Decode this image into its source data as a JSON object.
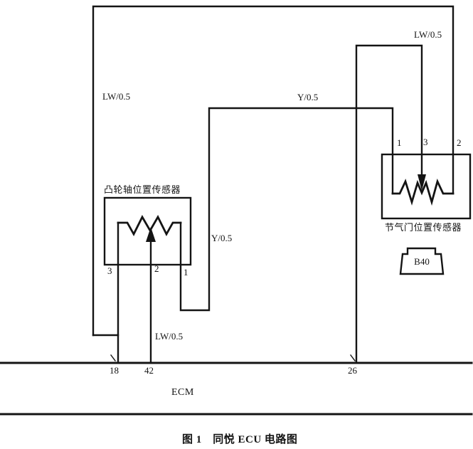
{
  "page": {
    "background": "#ffffff",
    "line_color": "#141414"
  },
  "caption": "图 1　同悦 ECU 电路图",
  "ecm": {
    "label": "ECM",
    "pin_18": "18",
    "pin_42": "42",
    "pin_26": "26"
  },
  "camshaft_sensor": {
    "name": "凸轮轴位置传感器",
    "pin_left": "3",
    "pin_middle": "2",
    "pin_right": "1"
  },
  "throttle_sensor": {
    "name": "节气门位置传感器",
    "pin_left": "1",
    "pin_middle": "3",
    "pin_right": "2",
    "connector_label": "B40"
  },
  "wire_labels": {
    "lw_left": "LW/0.5",
    "lw_top_right": "LW/0.5",
    "lw_pin42": "LW/0.5",
    "y_top": "Y/0.5",
    "y_middle": "Y/0.5"
  }
}
